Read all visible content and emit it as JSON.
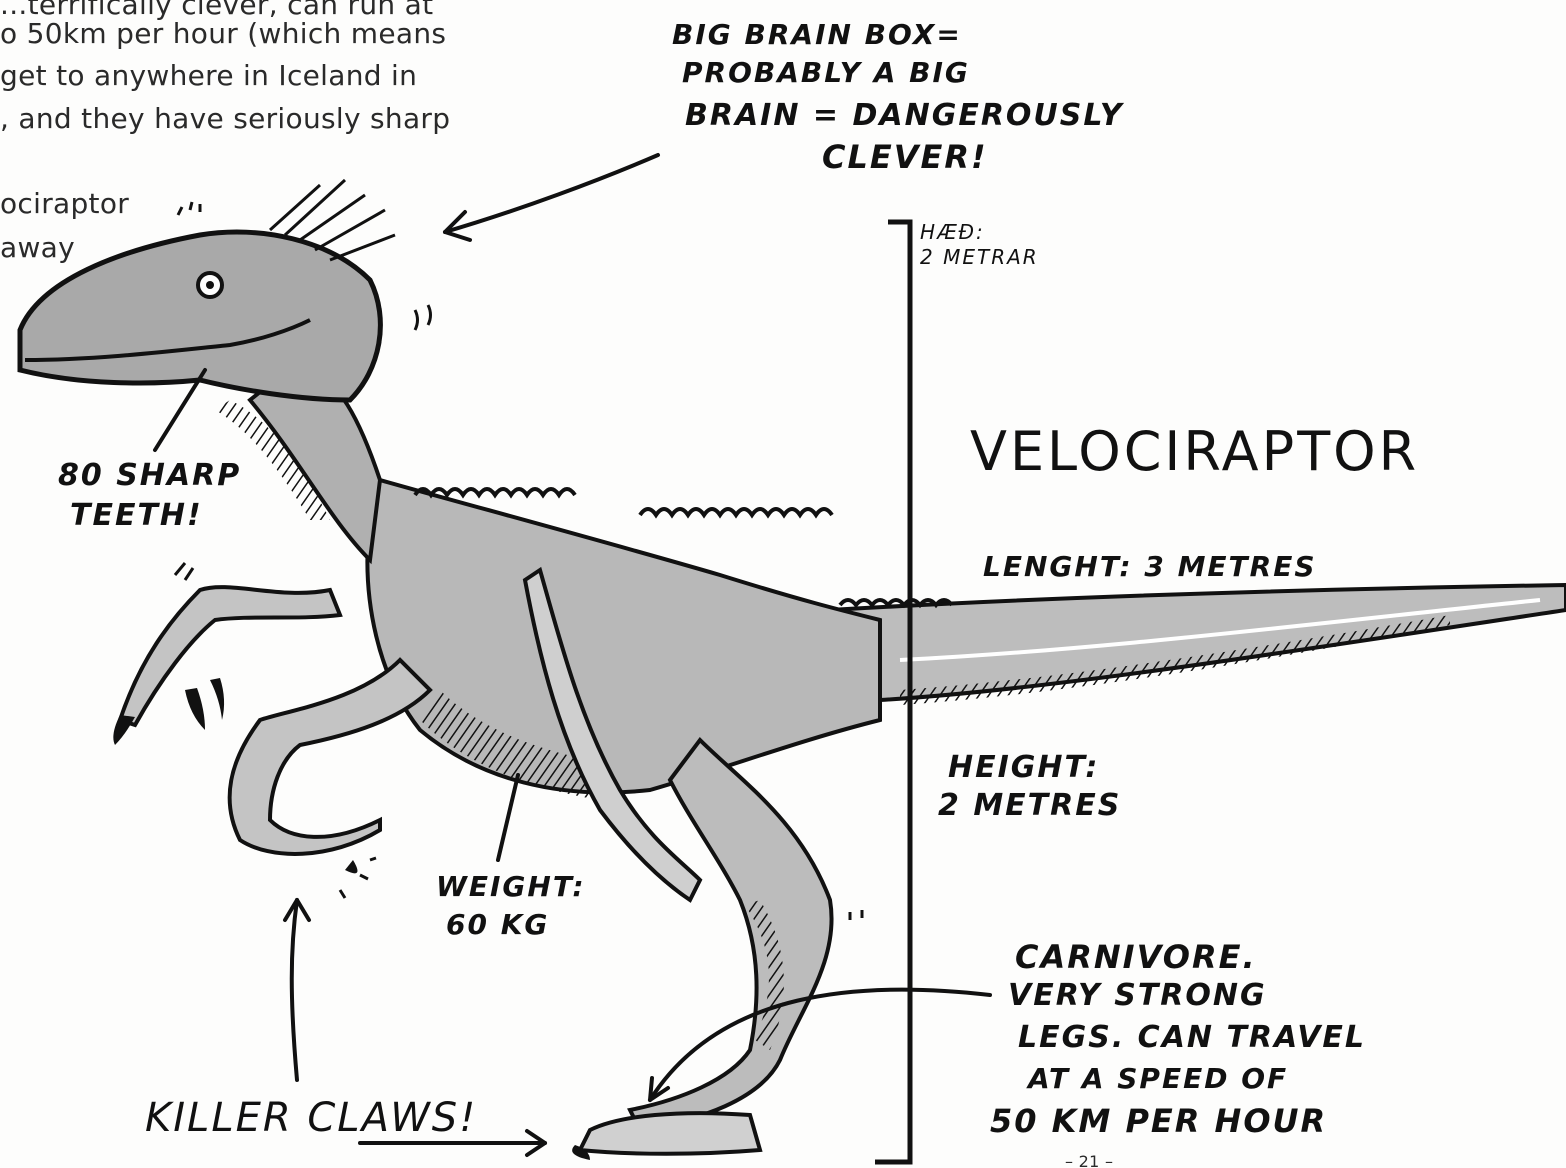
{
  "body_text": {
    "line1": "...terrifically clever, can run at",
    "line2": "o 50km per hour (which means",
    "line3": "get to anywhere in Iceland in",
    "line4": ", and they have seriously sharp",
    "line5": "ociraptor",
    "line6": "away"
  },
  "annotations": {
    "brain_line1": "BIG BRAIN BOX=",
    "brain_line2": "PROBABLY A BIG",
    "brain_line3": "BRAIN = DANGEROUSLY",
    "brain_line4": "CLEVER!",
    "haed_line1": "HÆÐ:",
    "haed_line2": "2 METRAR",
    "title": "VELOCIRAPTOR",
    "length": "LENGHT: 3 METRES",
    "height_line1": "HEIGHT:",
    "height_line2": "2 METRES",
    "teeth_line1": "80 SHARP",
    "teeth_line2": "TEETH!",
    "weight_line1": "WEIGHT:",
    "weight_line2": "60 KG",
    "claws": "KILLER CLAWS!",
    "carnivore_line1": "CARNIVORE.",
    "carnivore_line2": "VERY STRONG",
    "carnivore_line3": "LEGS. CAN TRAVEL",
    "carnivore_line4": "AT A SPEED OF",
    "carnivore_line5": "50 KM PER HOUR"
  },
  "page_number": "– 21 –",
  "colors": {
    "ink": "#111111",
    "shade": "#9a9a9a",
    "light_shade": "#c8c8c8",
    "paper": "#fdfdfc"
  }
}
